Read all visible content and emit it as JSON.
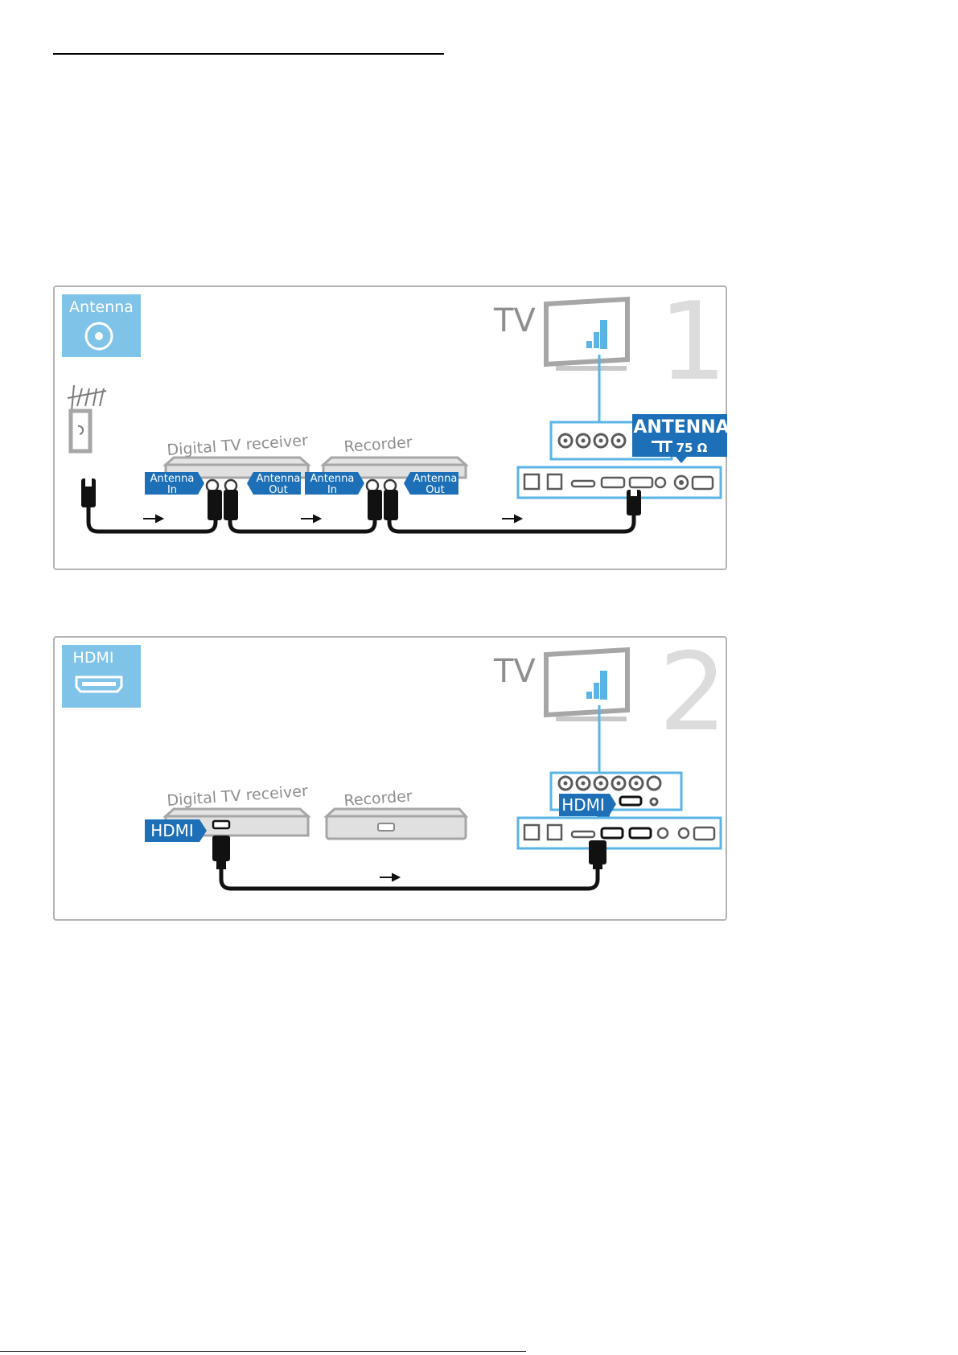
{
  "diagram1": {
    "number": "1",
    "badge": {
      "label": "Antenna",
      "icon": "antenna-icon"
    },
    "tv_label": "TV",
    "receiver_label": "Digital TV receiver",
    "recorder_label": "Recorder",
    "receiver_in": {
      "line1": "Antenna",
      "line2": "In"
    },
    "receiver_out": {
      "line1": "Antenna",
      "line2": "Out"
    },
    "recorder_in": {
      "line1": "Antenna",
      "line2": "In"
    },
    "recorder_out": {
      "line1": "Antenna",
      "line2": "Out"
    },
    "tv_port": {
      "line1": "ANTENNA",
      "line2": "75 Ω"
    }
  },
  "diagram2": {
    "number": "2",
    "badge": {
      "label": "HDMI",
      "icon": "hdmi-icon"
    },
    "tv_label": "TV",
    "receiver_label": "Digital TV receiver",
    "recorder_label": "Recorder",
    "receiver_port": "HDMI",
    "tv_port": "HDMI"
  },
  "colors": {
    "accent_blue": "#1d70b7",
    "badge_blue": "#7fc3e8",
    "line_blue": "#5ab4e5",
    "frame_gray": "#b4b4b4"
  }
}
